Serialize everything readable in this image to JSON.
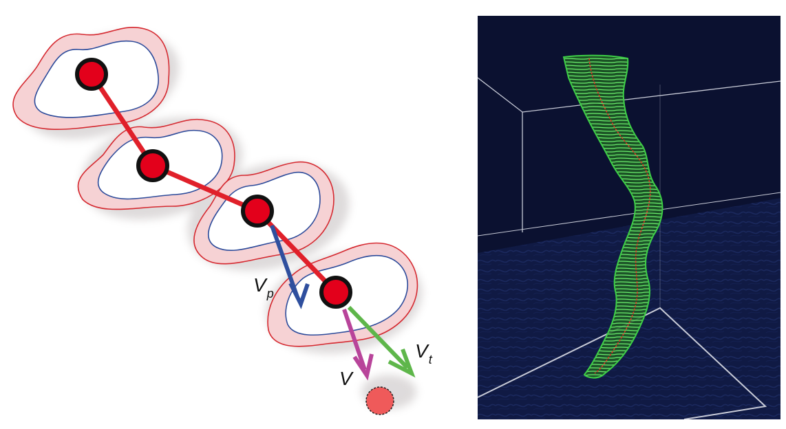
{
  "diagram": {
    "labels": {
      "vp": {
        "main": "V",
        "sub": "p"
      },
      "v": {
        "main": "V"
      },
      "vt": {
        "main": "V",
        "sub": "t"
      }
    },
    "colors": {
      "halo_fill": "#f6d2d4",
      "halo_stroke": "#d5282f",
      "inner_fill": "#ffffff",
      "inner_stroke": "#2b4a9a",
      "node_fill": "#e3001b",
      "node_stroke": "#111111",
      "chain": "#e0202a",
      "vp_arrow": "#2f4f9e",
      "v_arrow": "#b8449a",
      "vt_arrow": "#5eb64a",
      "predicted_node": "#ef5a5a"
    }
  },
  "render": {
    "colors": {
      "background": "#0b1130",
      "floor": "#101a44",
      "box_lines": "#c9ccd8",
      "tube": "#3ecf47",
      "centerline": "#e23a2a"
    }
  }
}
